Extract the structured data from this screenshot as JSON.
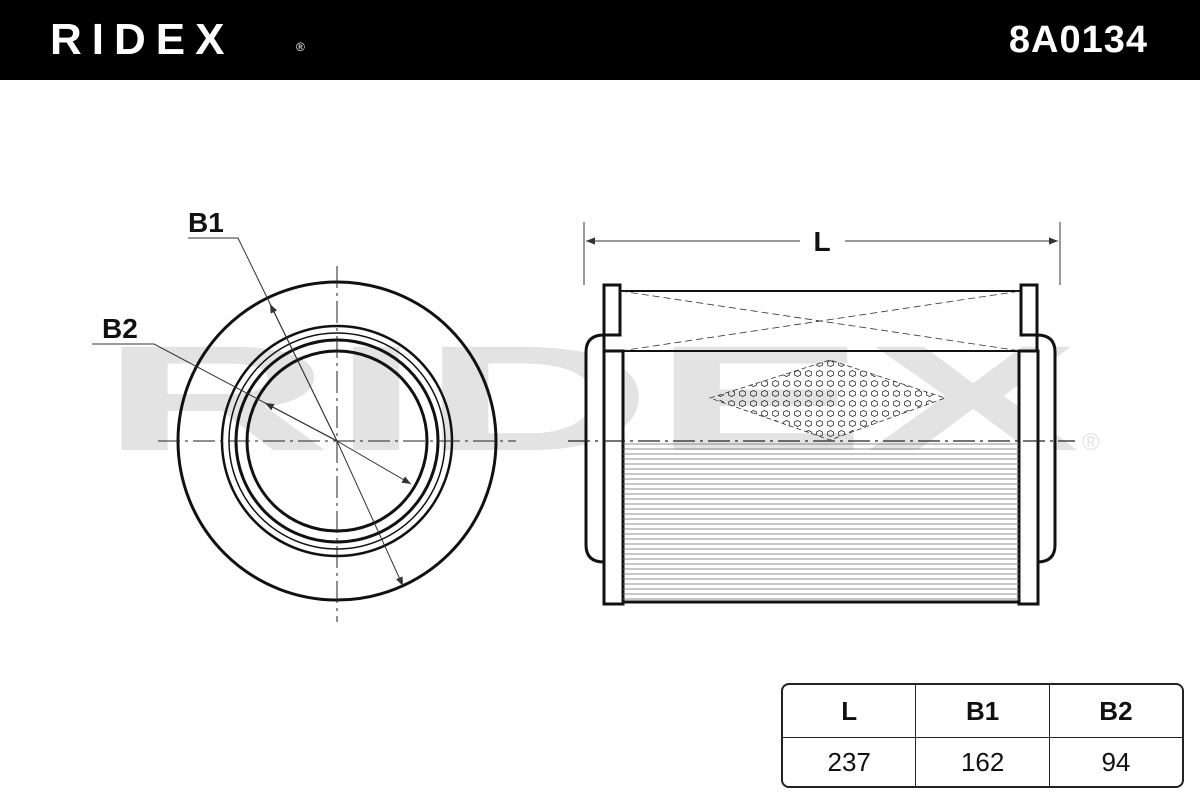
{
  "header": {
    "brand": "RIDEX",
    "brand_mark": "®",
    "part_number": "8A0134",
    "background_color": "#000000",
    "text_color": "#ffffff"
  },
  "drawing": {
    "labels": {
      "length": "L",
      "outer_diameter": "B1",
      "inner_diameter": "B2"
    },
    "watermark": {
      "text": "RIDEX",
      "mark": "®",
      "color": "#e3e3e3"
    }
  },
  "dimension_table": {
    "headers": [
      "L",
      "B1",
      "B2"
    ],
    "values": [
      "237",
      "162",
      "94"
    ]
  }
}
